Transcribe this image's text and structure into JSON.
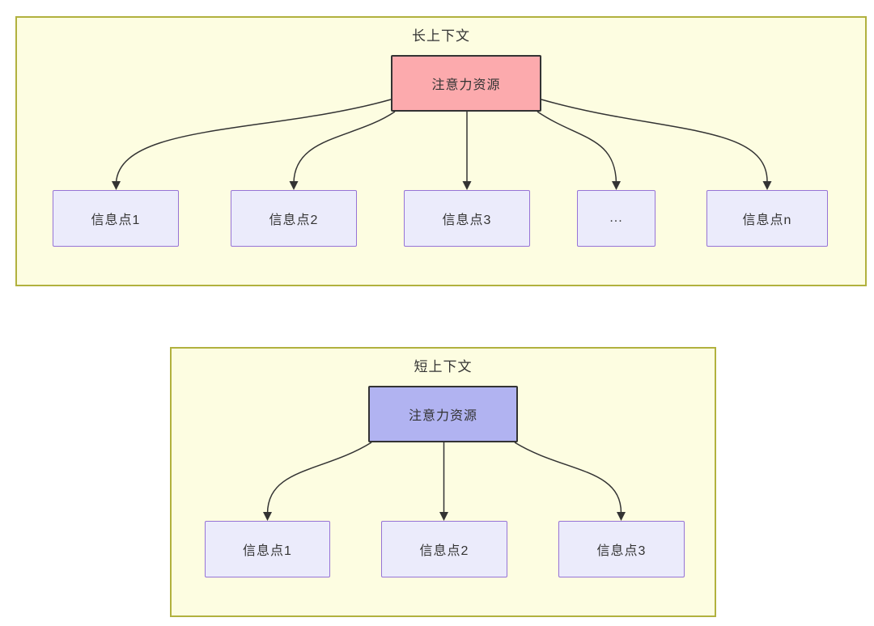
{
  "diagram": {
    "long_context": {
      "title": "长上下文",
      "attention": {
        "label": "注意力资源"
      },
      "nodes": [
        {
          "label": "信息点1"
        },
        {
          "label": "信息点2"
        },
        {
          "label": "信息点3"
        },
        {
          "label": "..."
        },
        {
          "label": "信息点n"
        }
      ]
    },
    "short_context": {
      "title": "短上下文",
      "attention": {
        "label": "注意力资源"
      },
      "nodes": [
        {
          "label": "信息点1"
        },
        {
          "label": "信息点2"
        },
        {
          "label": "信息点3"
        }
      ]
    },
    "colors": {
      "container_fill": "#fdfde1",
      "container_border": "#b1b13e",
      "node_fill": "#ebebfb",
      "node_border": "#9673d6",
      "attention_long_fill": "#fcaaad",
      "attention_short_fill": "#b1b3f1",
      "edge_line": "#333333",
      "text": "#333333"
    }
  }
}
